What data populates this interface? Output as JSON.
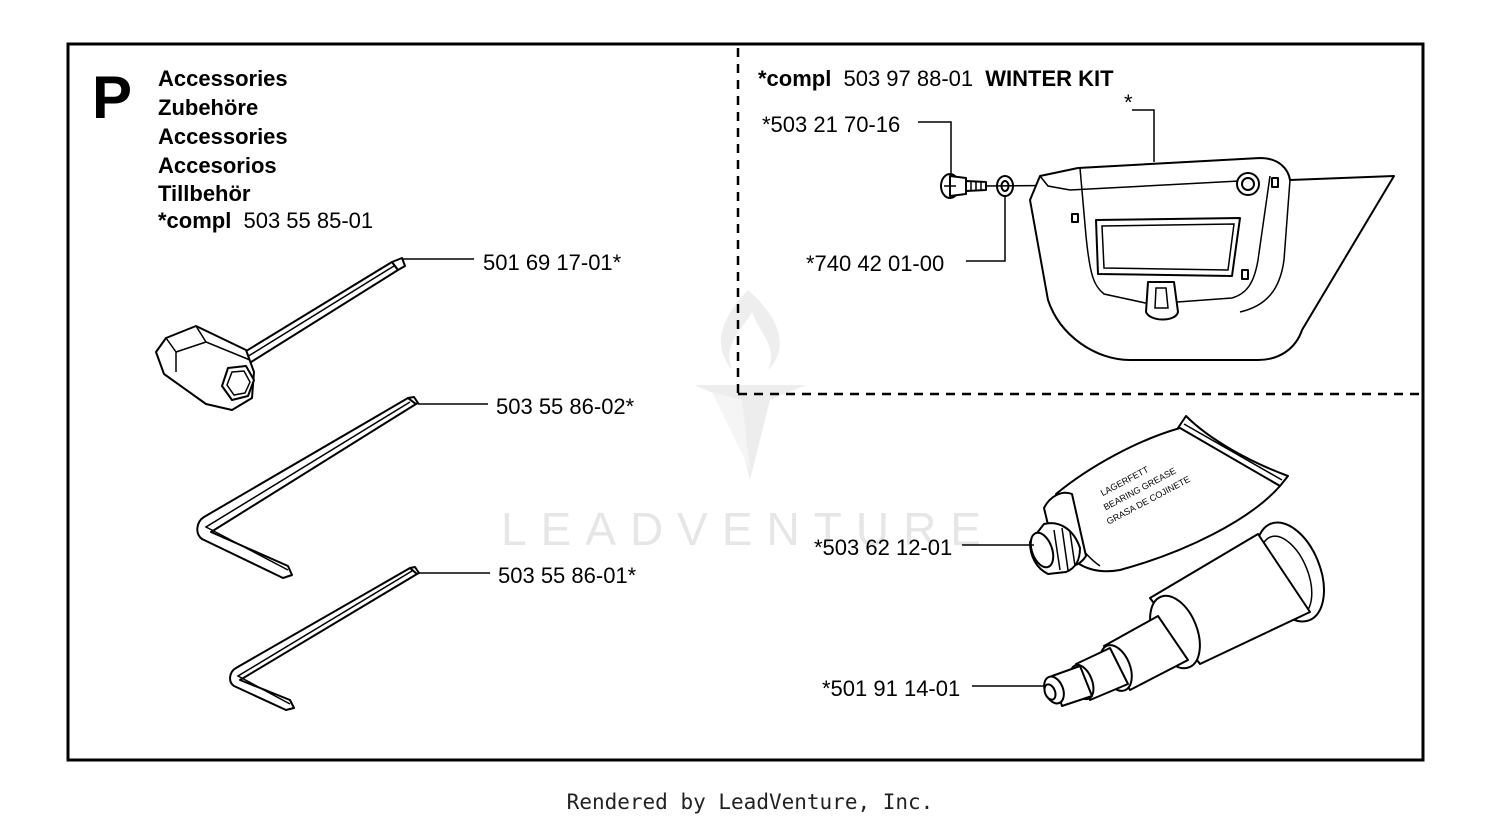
{
  "section": {
    "letter": "P",
    "titles": [
      "Accessories",
      "Zubehöre",
      "Accessories",
      "Accesorios",
      "Tillbehör"
    ],
    "compl_prefix": "*compl",
    "compl_number": "503 55 85-01"
  },
  "winter_kit": {
    "compl_prefix": "*compl",
    "compl_number": "503 97 88-01",
    "name": "WINTER KIT",
    "star_label": "*"
  },
  "parts": {
    "plug_wrench": "501 69 17-01*",
    "hex_key_large": "503 55 86-02*",
    "hex_key_small": "503 55 86-01*",
    "screw": "*503 21 70-16",
    "washer": "*740 42 01-00",
    "grease": "*503 62 12-01",
    "tool": "*501 91 14-01"
  },
  "grease_tube_text": [
    "LAGERFETT",
    "BEARING GREASE",
    "GRASA DE COJINETE"
  ],
  "watermark": "LEADVENTURE",
  "footer": "Rendered by LeadVenture, Inc."
}
